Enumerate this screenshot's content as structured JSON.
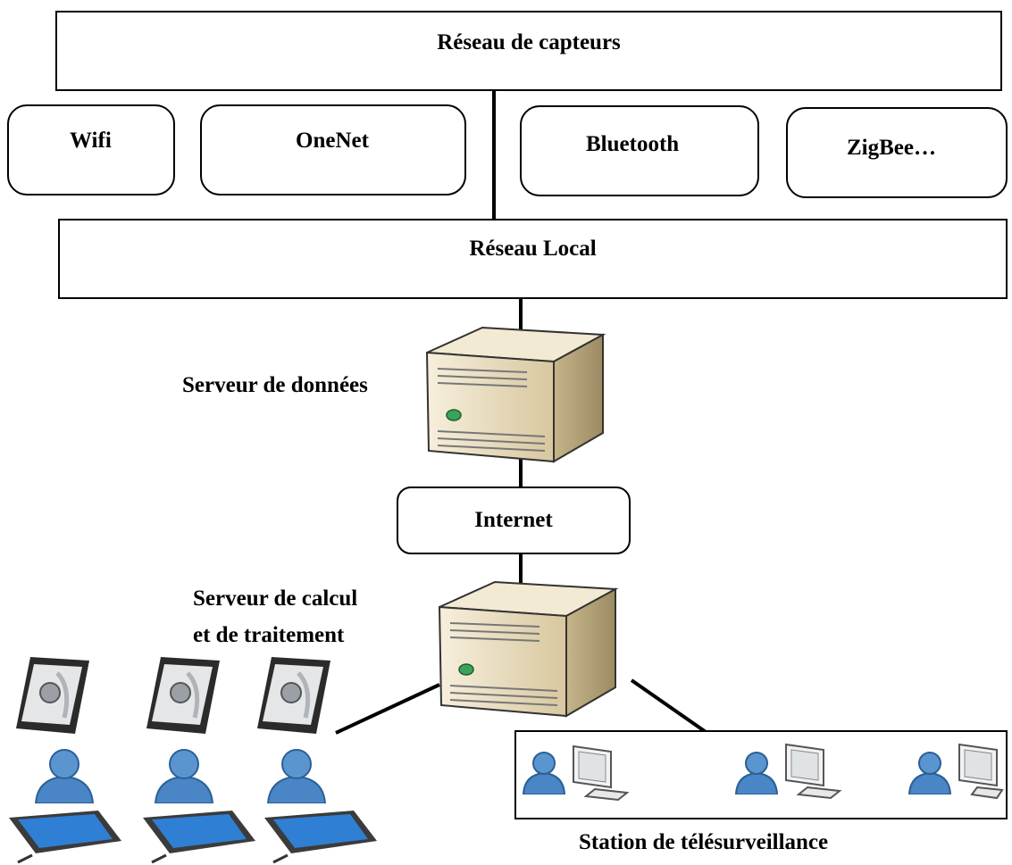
{
  "diagram": {
    "sensor_network": "Réseau de capteurs",
    "protocols": [
      "Wifi",
      "OneNet",
      "Bluetooth",
      "ZigBee…"
    ],
    "local_network": "Réseau Local",
    "data_server": "Serveur de données",
    "internet": "Internet",
    "compute_server": [
      "Serveur de calcul",
      "et de traitement"
    ],
    "station": "Station de télésurveillance"
  },
  "icons": {
    "server": "server-tower-icon",
    "phone": "smartphone-icon",
    "user": "user-icon",
    "tablet": "tablet-icon",
    "monitor": "monitor-icon"
  },
  "colors": {
    "line": "#000000",
    "server_body": "#e9dfc4",
    "user_blue": "#4a86c5",
    "screen_blue": "#2f7fd4"
  }
}
